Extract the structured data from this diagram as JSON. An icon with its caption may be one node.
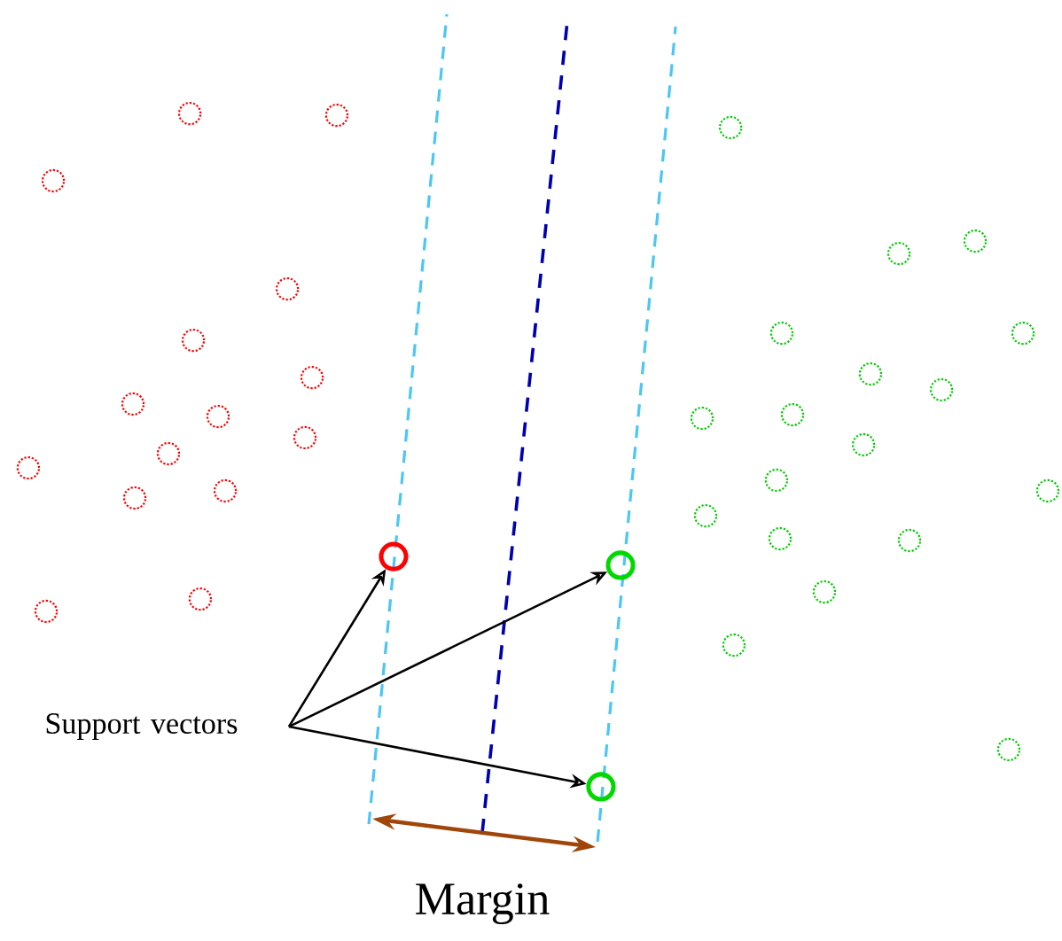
{
  "diagram": {
    "nodes": [
      {
        "text": [
          "Support vectors"
        ]
      },
      {
        "text": [],
        "shape": "circle"
      },
      {
        "text": [],
        "shape": "circle"
      },
      {
        "text": [],
        "shape": "circle"
      }
    ],
    "edges": [
      {
        "from": 0,
        "to": 1,
        "arrow": "to"
      },
      {
        "from": 0,
        "to": 2,
        "arrow": "to"
      },
      {
        "from": 0,
        "to": 3,
        "arrow": "to"
      }
    ],
    "labels": [
      "Margin"
    ]
  }
}
